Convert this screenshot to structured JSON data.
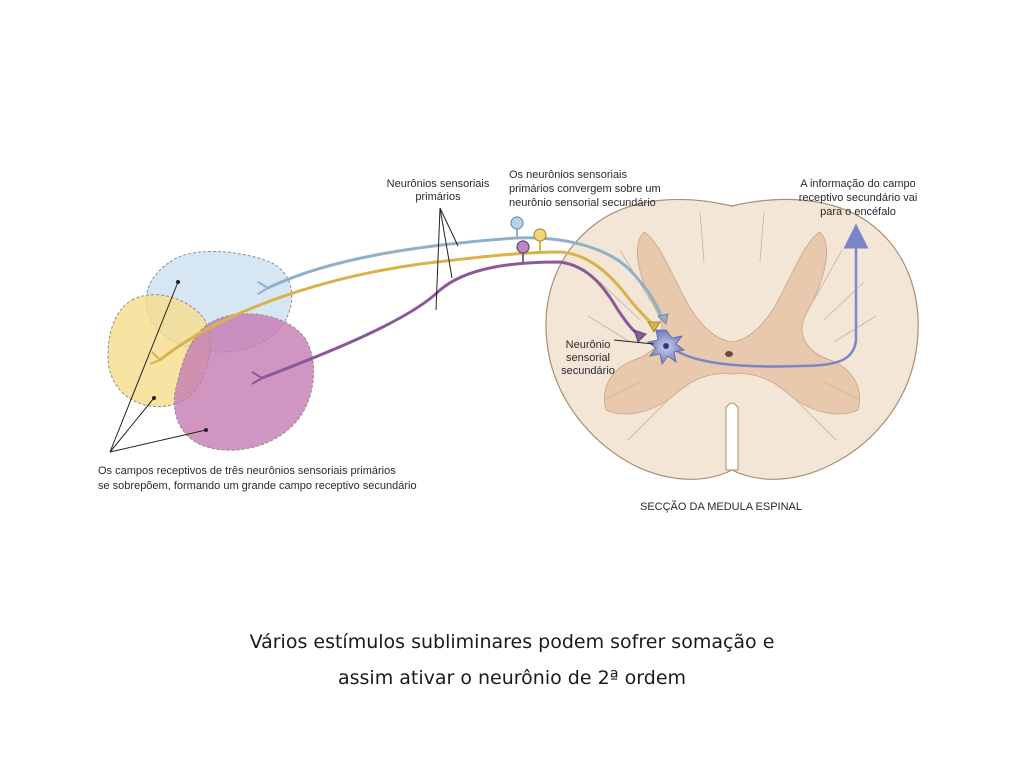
{
  "labels": {
    "primary_neurons": [
      "Neurônios sensoriais",
      "primários"
    ],
    "converge": [
      "Os neurônios sensoriais",
      "primários convergem sobre um",
      "neurônio sensorial secundário"
    ],
    "info": [
      "A informação do campo",
      "receptivo secundário vai",
      "para o encéfalo"
    ],
    "secondary_neuron": [
      "Neurônio",
      "sensorial",
      "secundário"
    ],
    "receptive_fields": [
      "Os campos receptivos de três neurônios sensoriais primários",
      "se sobrepõem, formando um grande campo receptivo secundário"
    ],
    "section": "SECÇÃO DA MEDULA ESPINAL"
  },
  "caption": {
    "line1": "Vários estímulos subliminares podem sofrer somação e",
    "line2": "assim ativar o neurônio de 2ª ordem"
  },
  "colors": {
    "blue_neuron": "#8fb0c8",
    "yellow_neuron": "#d8b24a",
    "purple_neuron": "#8a5a98",
    "spinal_cord": "#f3e6d6",
    "grey_matter": "#e8c9ad",
    "secondary_neuron": "#7b86c8"
  }
}
